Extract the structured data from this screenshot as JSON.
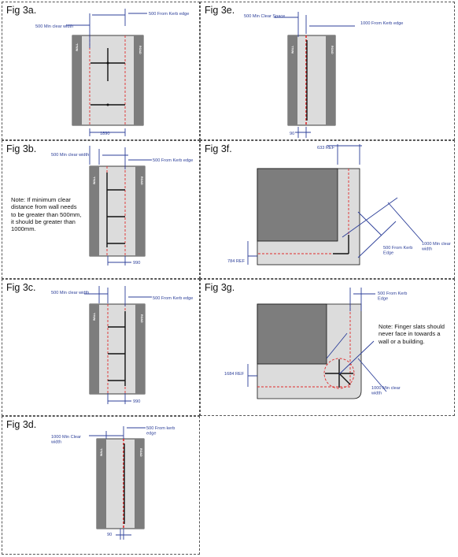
{
  "figures": {
    "fig3a": {
      "title": "Fig 3a.",
      "min_clear": "500 Min clear width",
      "kerb": "500 From Kerb edge",
      "dim": "1890",
      "wall_label": "WALL",
      "road_label": "ROAD"
    },
    "fig3b": {
      "title": "Fig 3b.",
      "min_clear": "500 Min clear width",
      "kerb": "500 From Kerb edge",
      "dim": "990",
      "note": "Note: If minimum clear distance from wall needs to be greater than 500mm, it should be greater than 1000mm.",
      "wall_label": "WALL",
      "road_label": "ROAD"
    },
    "fig3c": {
      "title": "Fig 3c.",
      "min_clear": "500 Min clear width",
      "kerb": "500 From Kerb edge",
      "dim": "990",
      "wall_label": "WALL",
      "road_label": "ROAD"
    },
    "fig3d": {
      "title": "Fig 3d.",
      "min_clear": "1000 Min Clear width",
      "kerb": "500 From kerb edge",
      "dim": "90",
      "wall_label": "WALL",
      "road_label": "ROAD"
    },
    "fig3e": {
      "title": "Fig 3e.",
      "min_clear": "500 Min Clear Space",
      "kerb": "1000 From Kerb edge",
      "dim": "90",
      "wall_label": "WALL",
      "road_label": "ROAD"
    },
    "fig3f": {
      "title": "Fig 3f.",
      "ref_top": "633 REF",
      "ref_side": "784 REF",
      "kerb": "500 From Kerb Edge",
      "min_clear": "1000 Min clear width"
    },
    "fig3g": {
      "title": "Fig 3g.",
      "ref_side": "1684 REF",
      "kerb": "500 From Kerb Edge",
      "min_clear": "1000 Min clear width",
      "note": "Note: Finger slats should never face in towards a wall or a building."
    }
  },
  "colors": {
    "dimension_line": "#2c3f99",
    "clear_path": "#e02b2b",
    "wall": "#7d7d7d",
    "pavement": "#dcdcdc",
    "tactile": "#111111"
  }
}
